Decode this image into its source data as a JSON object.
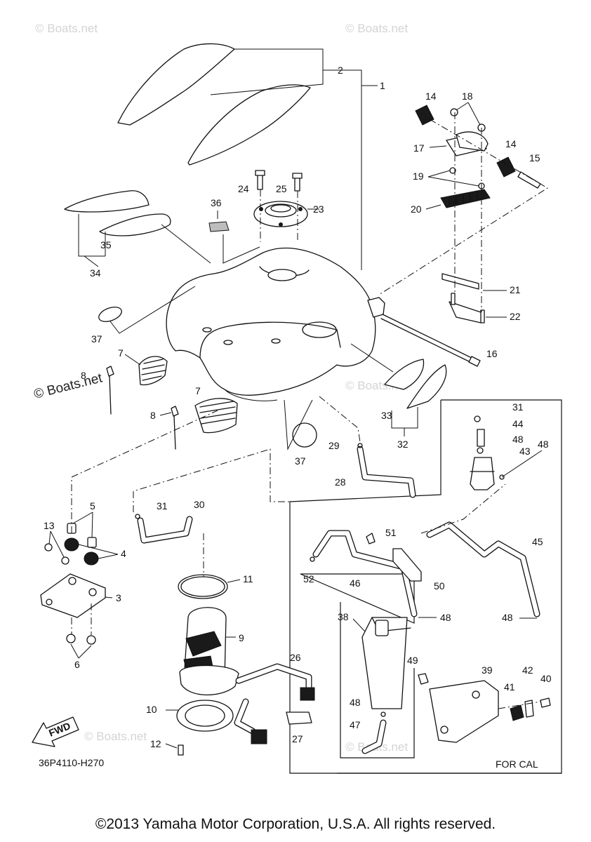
{
  "diagram_code": "36P4110-H270",
  "for_cal_label": "FOR CAL",
  "fwd_label": "FWD",
  "copyright": "©2013 Yamaha Motor Corporation, U.S.A. All rights reserved.",
  "watermark_text": "© Boats.net",
  "callouts": {
    "c1": "1",
    "c2": "2",
    "c3": "3",
    "c4": "4",
    "c5": "5",
    "c6": "6",
    "c7a": "7",
    "c7b": "7",
    "c8a": "8",
    "c8b": "8",
    "c9": "9",
    "c10": "10",
    "c11": "11",
    "c12": "12",
    "c13": "13",
    "c14a": "14",
    "c14b": "14",
    "c15": "15",
    "c16": "16",
    "c17": "17",
    "c18": "18",
    "c19": "19",
    "c20": "20",
    "c21": "21",
    "c22": "22",
    "c23": "23",
    "c24": "24",
    "c25": "25",
    "c26": "26",
    "c27": "27",
    "c28": "28",
    "c29": "29",
    "c30": "30",
    "c31a": "31",
    "c31b": "31",
    "c32": "32",
    "c33": "33",
    "c34": "34",
    "c35": "35",
    "c36": "36",
    "c37a": "37",
    "c37b": "37",
    "c38": "38",
    "c39": "39",
    "c40": "40",
    "c41": "41",
    "c42": "42",
    "c43": "43",
    "c44": "44",
    "c45": "45",
    "c46": "46",
    "c47": "47",
    "c48a": "48",
    "c48b": "48",
    "c48c": "48",
    "c48d": "48",
    "c48e": "48",
    "c49": "49",
    "c50": "50",
    "c51": "51",
    "c52": "52"
  }
}
